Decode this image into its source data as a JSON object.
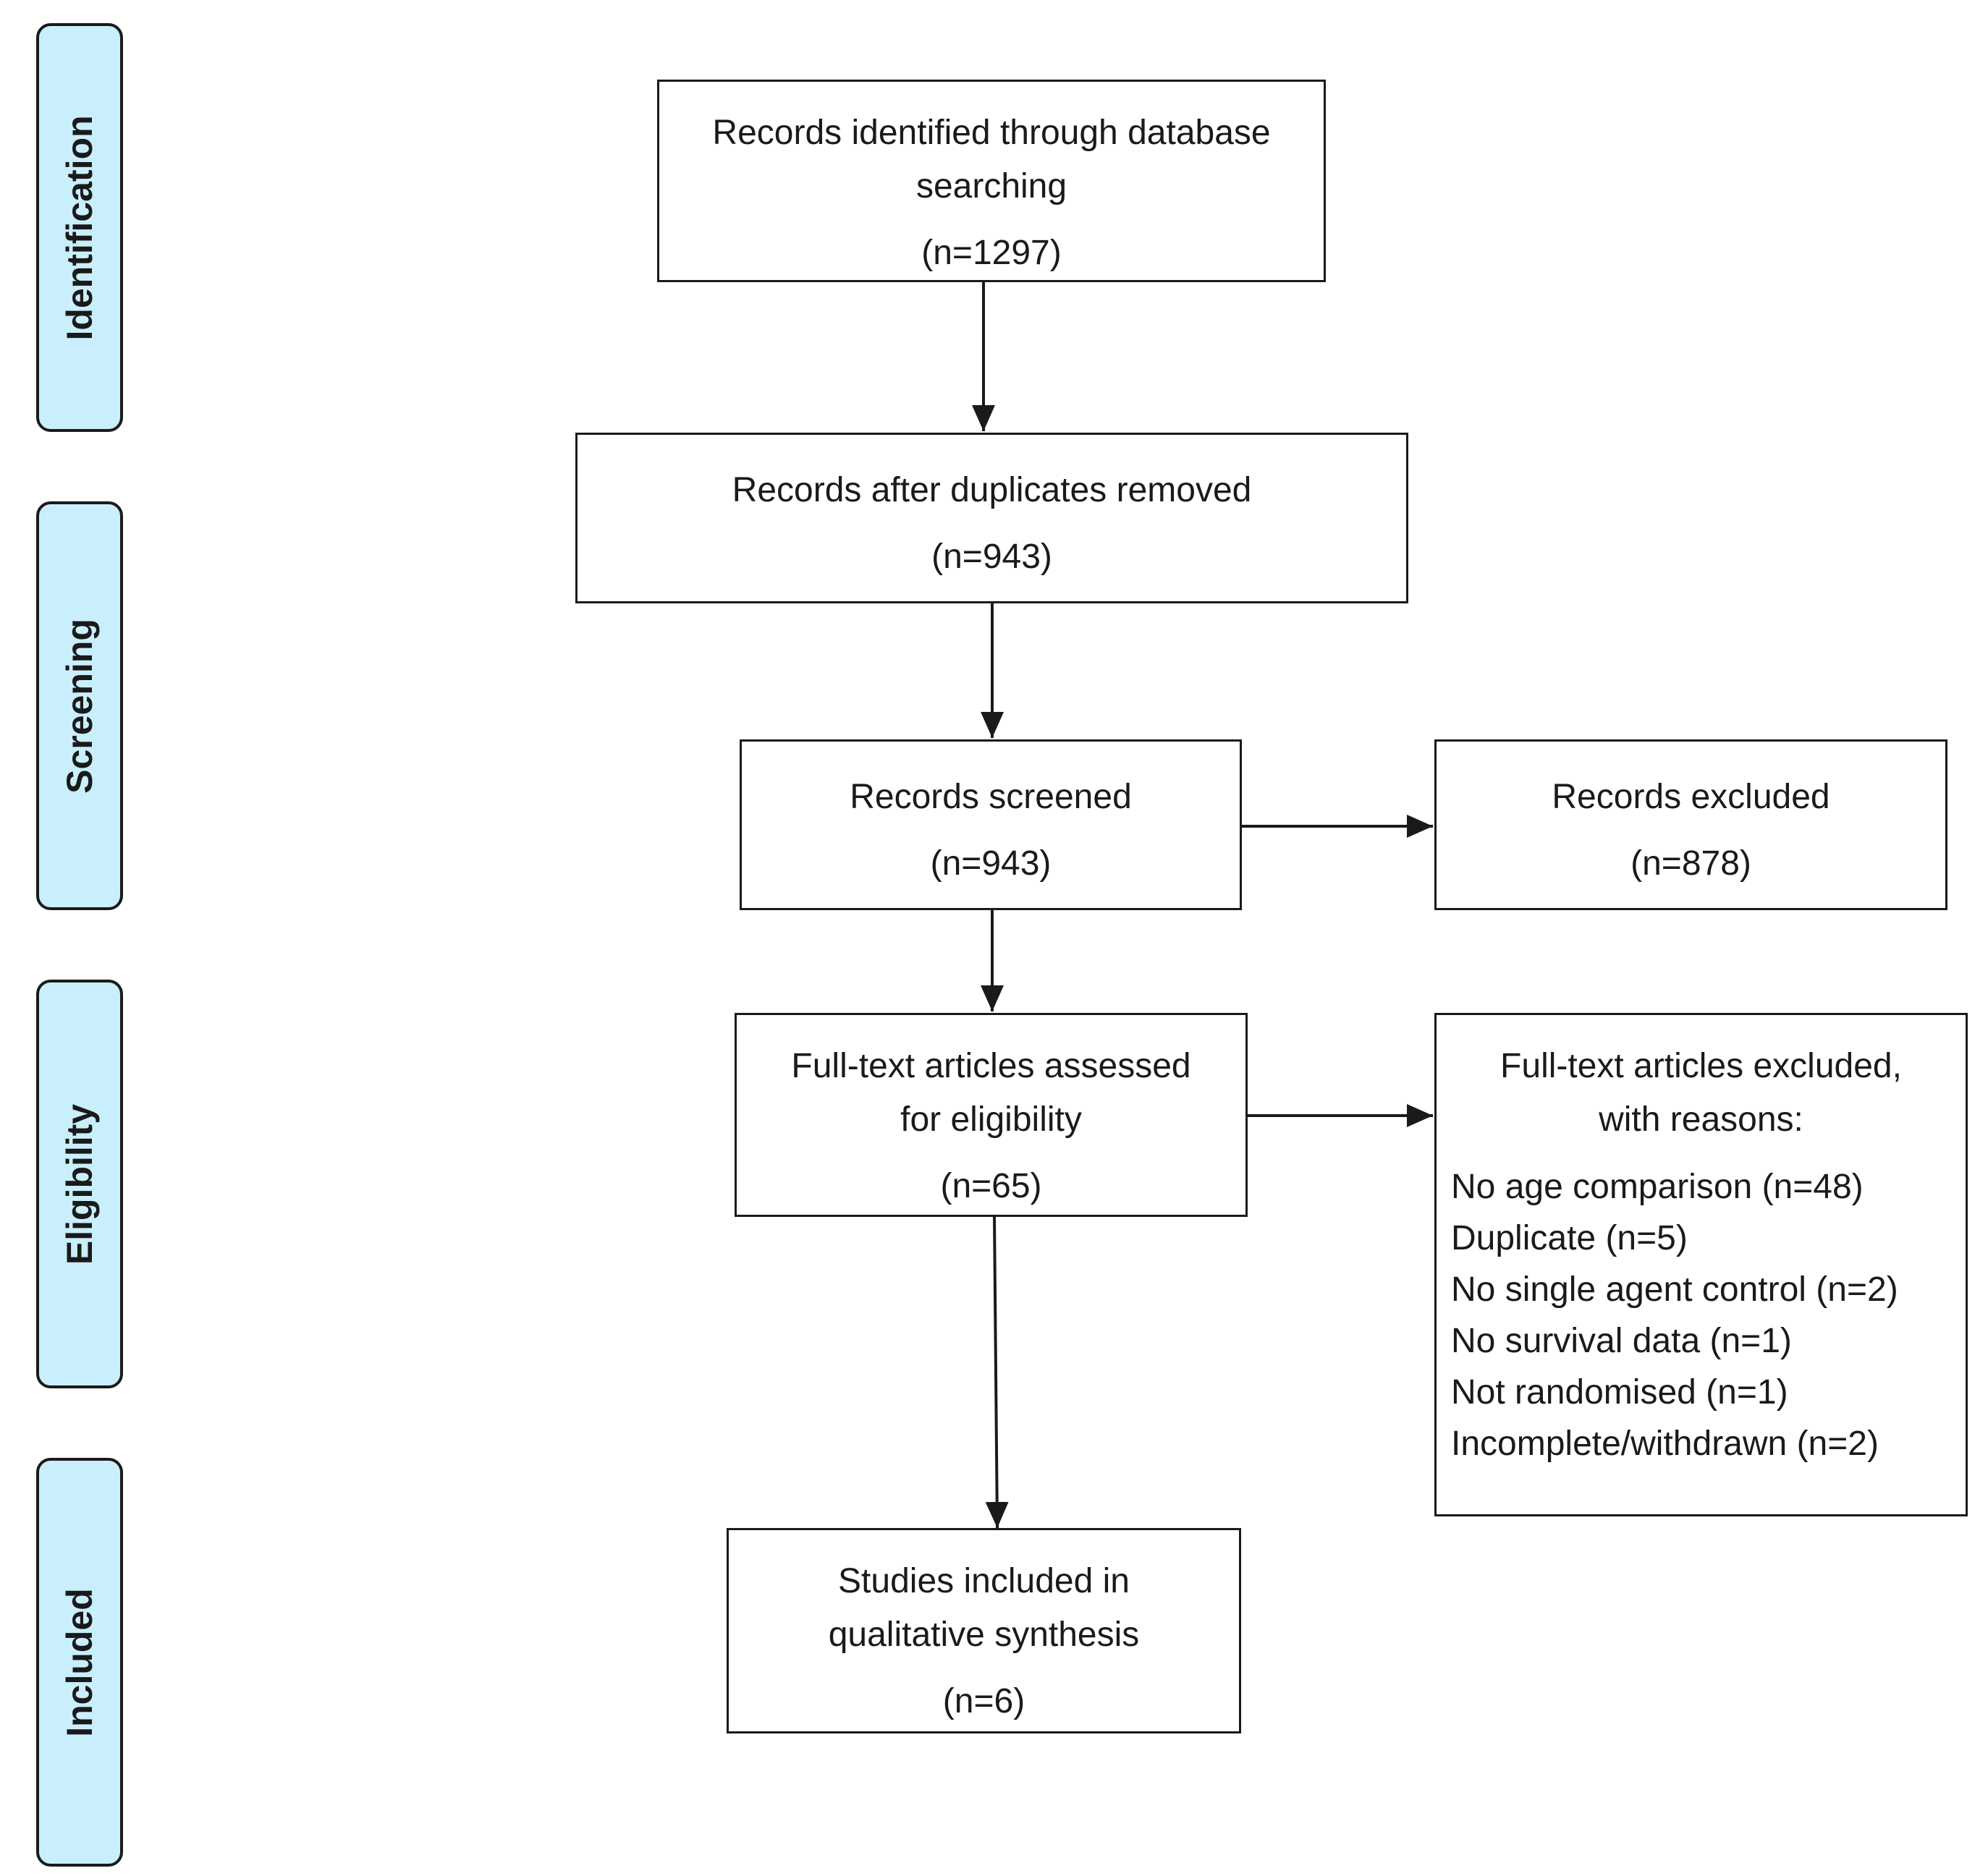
{
  "stages": [
    "Identification",
    "Screening",
    "Eligibility",
    "Included"
  ],
  "stage_fill": "#c9effc",
  "line_color": "#1a1a1a",
  "boxes": {
    "identified": {
      "lines": [
        "Records identified through database",
        "searching"
      ],
      "count": "(n=1297)"
    },
    "deduplicated": {
      "lines": [
        "Records after duplicates removed"
      ],
      "count": "(n=943)"
    },
    "screened": {
      "lines": [
        "Records screened"
      ],
      "count": "(n=943)"
    },
    "excluded": {
      "lines": [
        "Records excluded"
      ],
      "count": "(n=878)"
    },
    "fulltext": {
      "lines": [
        "Full-text articles assessed",
        "for eligibility"
      ],
      "count": "(n=65)"
    },
    "fulltext_excluded": {
      "lines": [
        "Full-text articles excluded,",
        "with reasons:"
      ],
      "reasons": [
        "No age comparison (n=48)",
        "Duplicate (n=5)",
        "No single agent control  (n=2)",
        "No survival data (n=1)",
        "Not randomised (n=1)",
        "Incomplete/withdrawn (n=2)"
      ]
    },
    "included": {
      "lines": [
        "Studies included in",
        "qualitative synthesis"
      ],
      "count": "(n=6)"
    }
  }
}
